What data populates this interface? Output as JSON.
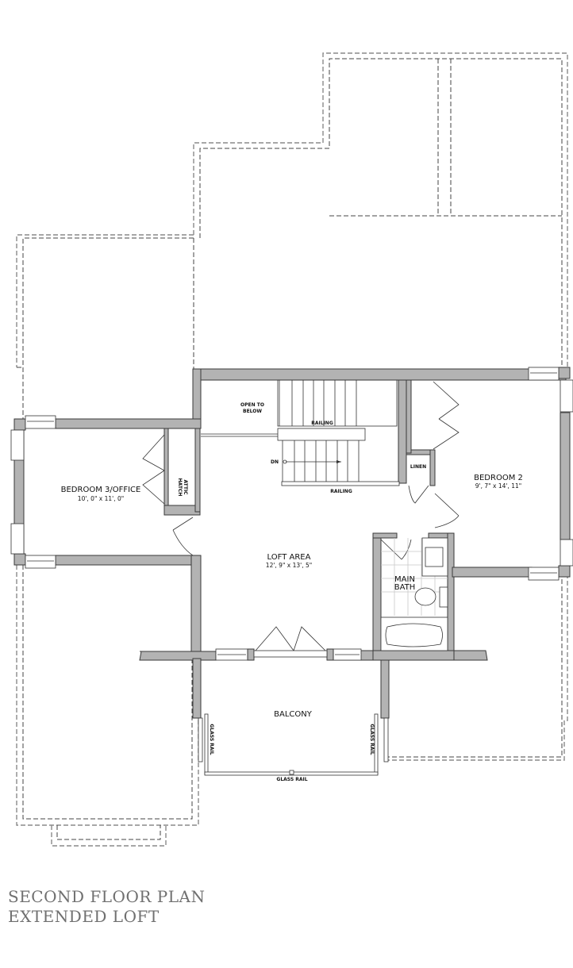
{
  "plan": {
    "title_line1": "SECOND FLOOR PLAN",
    "title_line2": "EXTENDED LOFT"
  },
  "rooms": {
    "bedroom3": {
      "name": "BEDROOM 3/OFFICE",
      "dims": "10', 0\" x 11', 0\""
    },
    "bedroom2": {
      "name": "BEDROOM 2",
      "dims": "9', 7\" x 14', 11\""
    },
    "loft": {
      "name": "LOFT AREA",
      "dims": "12', 9\" x 13', 5\""
    },
    "main_bath": {
      "name_line1": "MAIN",
      "name_line2": "BATH"
    },
    "balcony": {
      "name": "BALCONY"
    },
    "linen": {
      "name": "LINEN"
    },
    "open_to_below": {
      "line1": "OPEN TO",
      "line2": "BELOW"
    },
    "attic_hatch": {
      "line1": "ATTIC",
      "line2": "HATCH"
    }
  },
  "annotations": {
    "railing_upper": "RAILING",
    "railing_lower": "RAILING",
    "stair_direction": "DN",
    "glass_rail_left": "GLASS RAIL",
    "glass_rail_right": "GLASS RAIL",
    "glass_rail_bottom": "GLASS RAIL"
  },
  "colors": {
    "wall_fill": "#b3b3b3",
    "wall_stroke": "#3a3a3a",
    "title_text": "#707070"
  }
}
